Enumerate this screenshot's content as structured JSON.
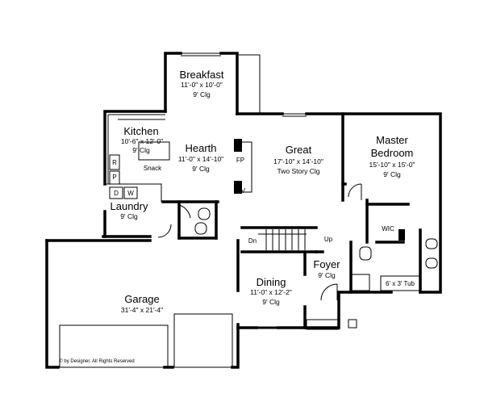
{
  "rooms": {
    "breakfast": {
      "name": "Breakfast",
      "size": "11'-0\" x 10'-0\"",
      "ceiling": "9' Clg"
    },
    "kitchen": {
      "name": "Kitchen",
      "size": "10'-6\" x 12'-0\"",
      "ceiling": "9' Clg"
    },
    "hearth": {
      "name": "Hearth",
      "size": "11'-0\" x 14'-10\"",
      "ceiling": "9' Clg"
    },
    "great": {
      "name": "Great",
      "size": "17'-10\" x 14'-10\"",
      "ceiling": "Two Story Clg"
    },
    "master": {
      "name": "Master",
      "name2": "Bedroom",
      "size": "15'-10\" x 15'-0\"",
      "ceiling": "9' Clg"
    },
    "laundry": {
      "name": "Laundry",
      "ceiling": "9' Clg"
    },
    "garage": {
      "name": "Garage",
      "size": "31'-4\" x 21'-4\""
    },
    "dining": {
      "name": "Dining",
      "size": "11'-0\" x 12'-2\"",
      "ceiling": "9' Clg"
    },
    "foyer": {
      "name": "Foyer",
      "ceiling": "9' Clg"
    }
  },
  "fixtures": {
    "snack": "Snack",
    "fireplace": "FP",
    "tv": "TV",
    "range": "R",
    "pantry": "P",
    "dryer": "D",
    "washer": "W",
    "wic": "WIC",
    "tub": "6' x 3' Tub",
    "stair_down": "Dn",
    "stair_up": "Up"
  },
  "copyright": "© by Designer, All Rights Reserved"
}
